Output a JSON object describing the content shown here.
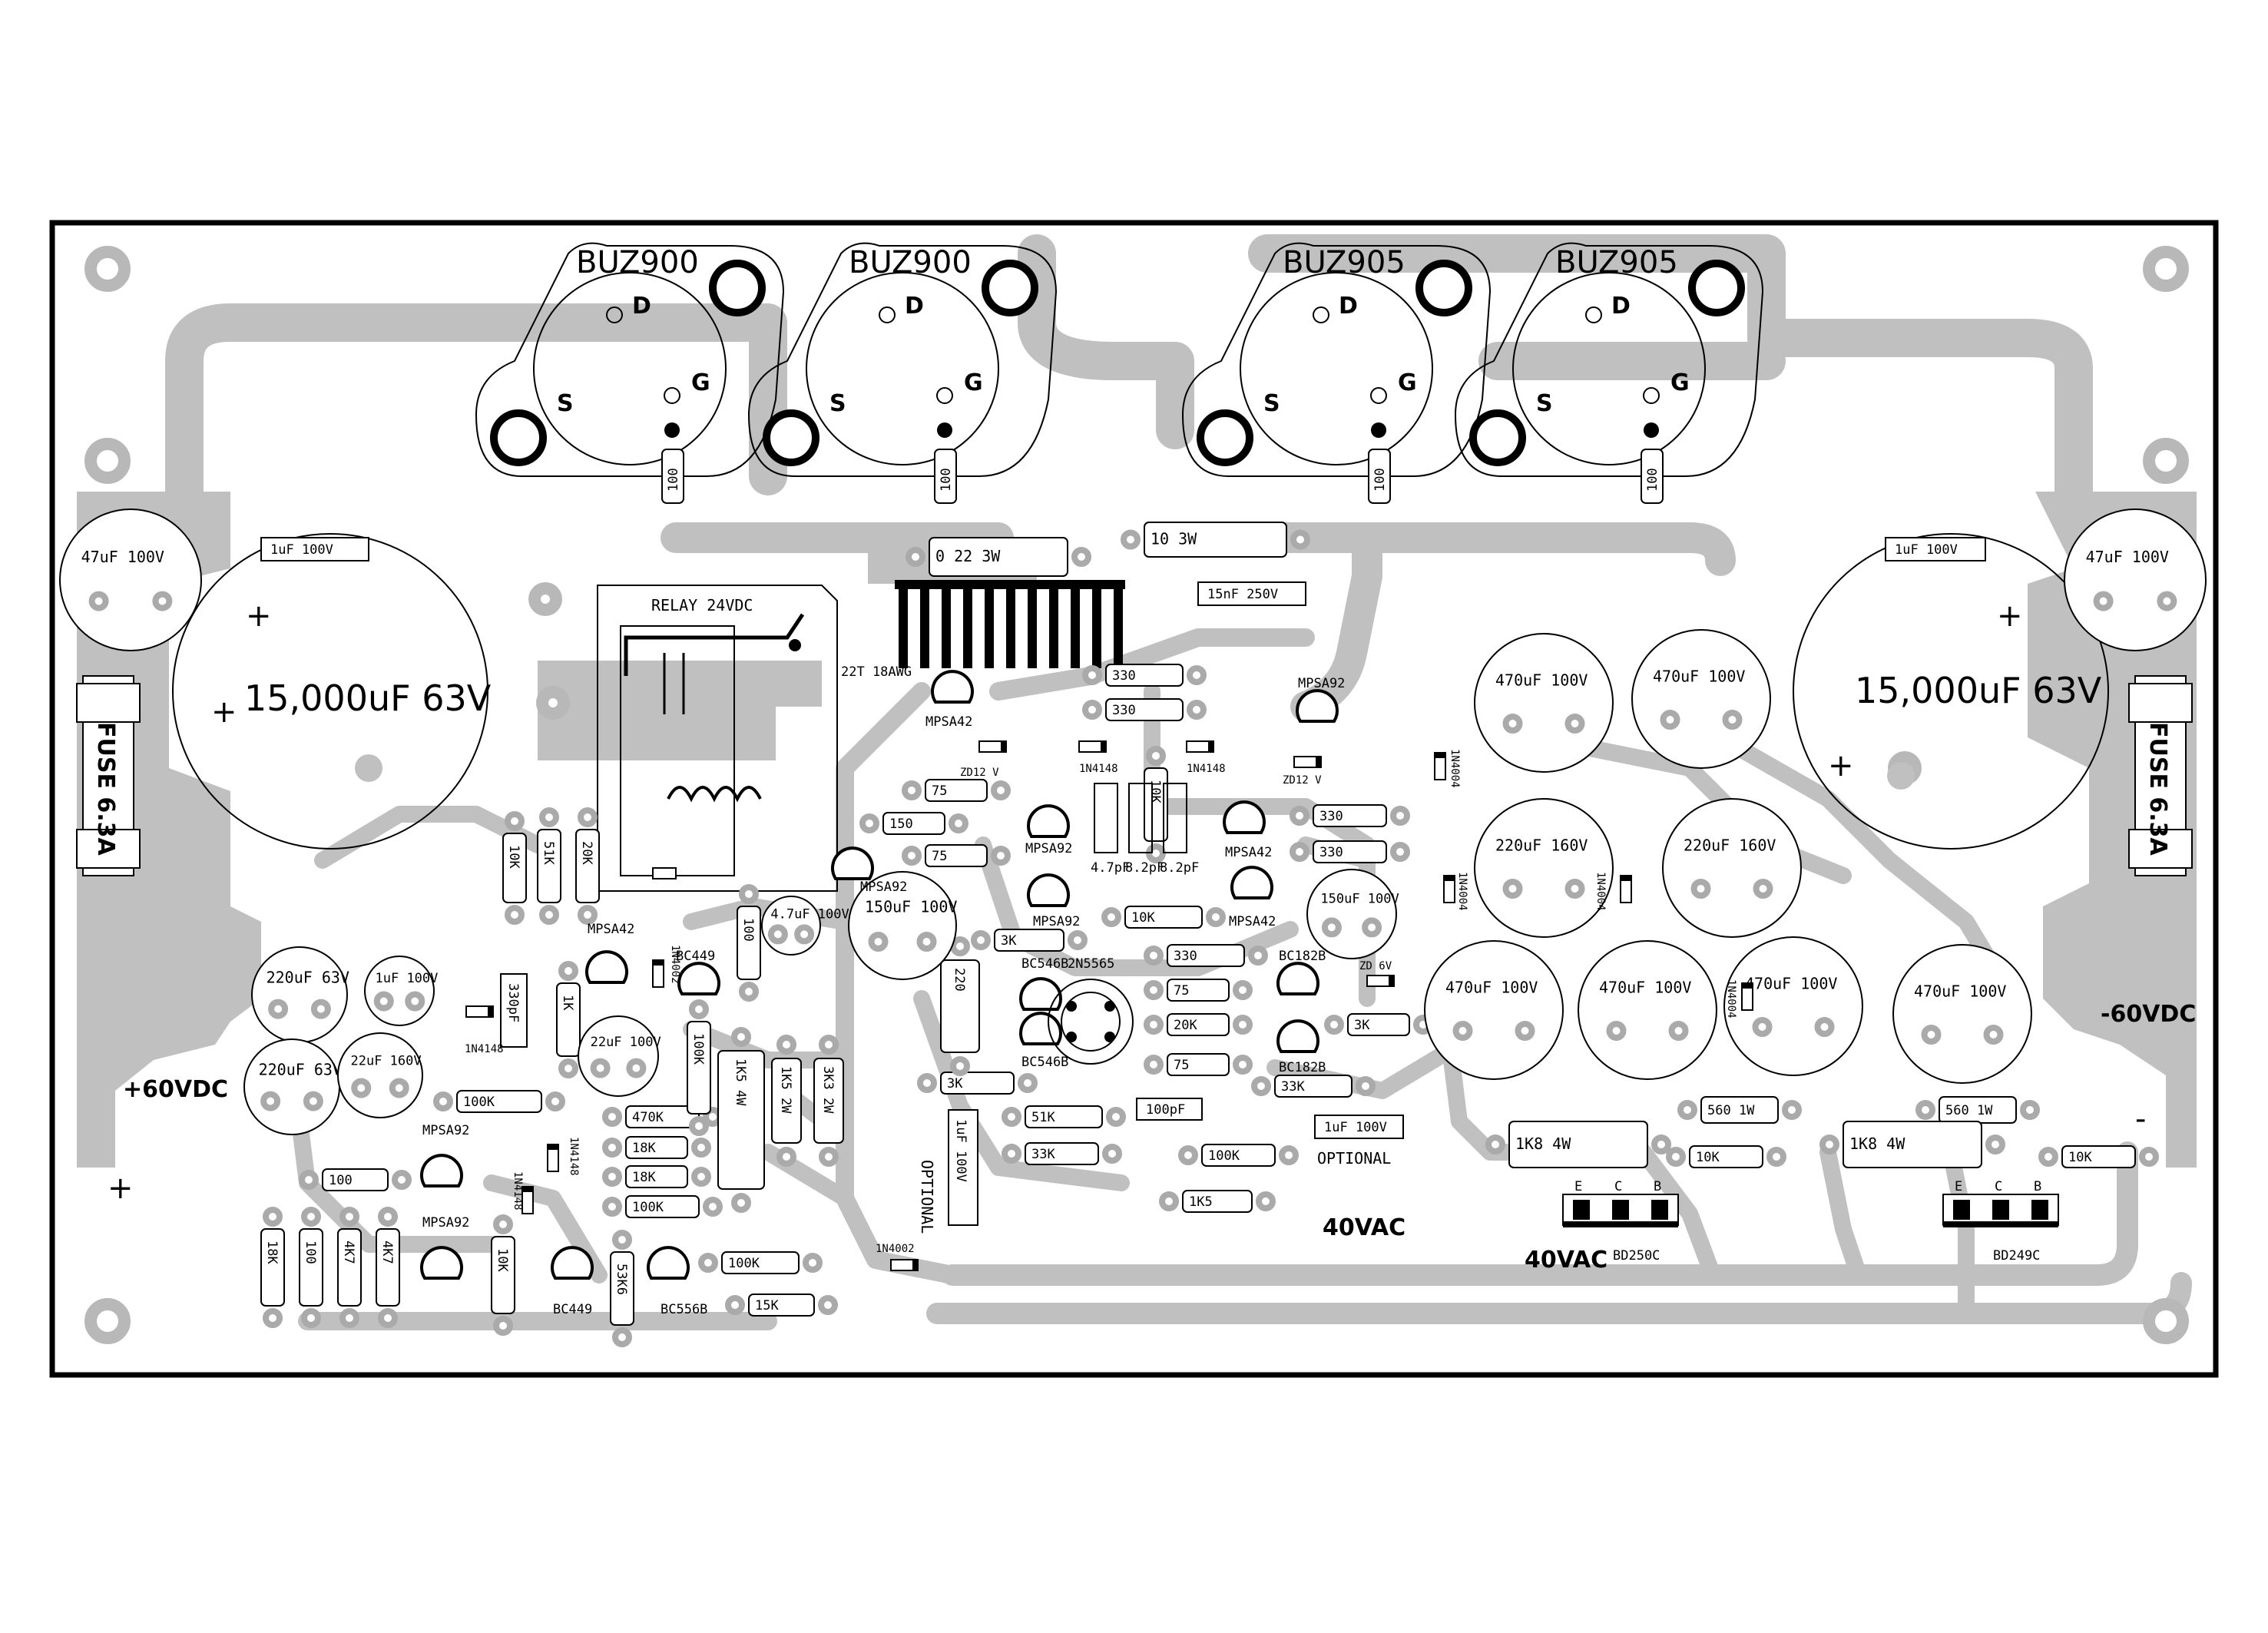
{
  "board": {
    "power_labels": [
      "+60VDC",
      "-60VDC",
      "40VAC",
      "40VAC"
    ],
    "polarity_marks": [
      "+",
      "+",
      "+",
      "+",
      "-"
    ]
  },
  "mosfets": [
    {
      "part": "BUZ900",
      "pins": [
        "D",
        "G",
        "S"
      ],
      "gate_resistor": "100"
    },
    {
      "part": "BUZ900",
      "pins": [
        "D",
        "G",
        "S"
      ],
      "gate_resistor": "100"
    },
    {
      "part": "BUZ905",
      "pins": [
        "D",
        "G",
        "S"
      ],
      "gate_resistor": "100"
    },
    {
      "part": "BUZ905",
      "pins": [
        "D",
        "G",
        "S"
      ],
      "gate_resistor": "100"
    }
  ],
  "main_caps": [
    "15,000uF 63V",
    "15,000uF 63V"
  ],
  "fuses": [
    "FUSE 6.3A",
    "FUSE 6.3A"
  ],
  "relay": "RELAY 24VDC",
  "inductor": "22T 18AWG",
  "resistors_h": [
    "0 22 3W",
    "10 3W",
    "330",
    "330",
    "75",
    "150",
    "75",
    "330",
    "330",
    "10K",
    "3K",
    "330",
    "75",
    "20K",
    "75",
    "3K",
    "3K",
    "33K",
    "51K",
    "33K",
    "100K",
    "1K5",
    "100K",
    "470K",
    "18K",
    "18K",
    "100K",
    "100",
    "100K",
    "15K",
    "560 1W",
    "560 1W",
    "10K",
    "10K",
    "1K8 4W",
    "1K8 4W",
    "1K5 4W",
    "1K5 2W",
    "3K3 2W",
    "220"
  ],
  "resistors_v": [
    "10K",
    "51K",
    "20K",
    "100",
    "1K",
    "100K",
    "10K",
    "18K",
    "100",
    "4K7",
    "4K7",
    "10K",
    "53K6"
  ],
  "caps_film": [
    "1uF 100V",
    "1uF 100V",
    "15nF 250V",
    "1uF 100V",
    "100pF",
    "330pF",
    "4.7pF",
    "8.2pF",
    "8.2pF",
    "1uF 100V"
  ],
  "caps_electrolytic": [
    "47uF 100V",
    "47uF 100V",
    "220uF 63V",
    "220uF 63V",
    "1uF 100V",
    "22uF 160V",
    "22uF 100V",
    "4.7uF 100V",
    "150uF 100V",
    "150uF 100V",
    "470uF 100V",
    "470uF 100V",
    "220uF 160V",
    "220uF 160V",
    "470uF 100V",
    "470uF 100V",
    "470uF 100V",
    "470uF 100V"
  ],
  "transistors": [
    "MPSA42",
    "MPSA92",
    "MPSA92",
    "MPSA92",
    "MPSA42",
    "MPSA42",
    "MPSA42",
    "MPSA92",
    "MPSA92",
    "MPSA92",
    "BC546B",
    "BC546B",
    "BC182B",
    "BC182B",
    "2N5565",
    "BC449",
    "BC449",
    "BC556B",
    "BD250C",
    "BD249C"
  ],
  "diodes": [
    "ZD12 V",
    "ZD12 V",
    "1N4148",
    "1N4148",
    "1N4148",
    "1N4148",
    "1N4148",
    "1N4002",
    "1N4002",
    "ZD 6V",
    "1N4004",
    "1N4004",
    "1N4004",
    "1N4004"
  ],
  "notes": [
    "OPTIONAL",
    "OPTIONAL"
  ],
  "pin_letters": [
    "E",
    "C",
    "B"
  ]
}
